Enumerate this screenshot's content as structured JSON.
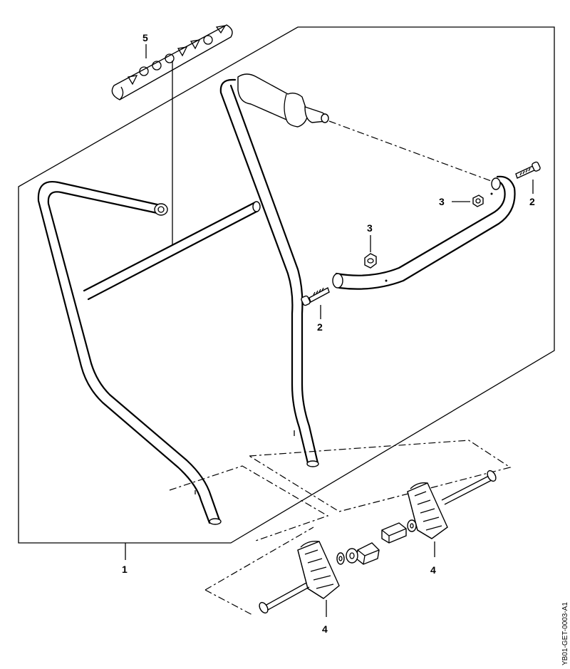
{
  "diagram": {
    "callouts": {
      "frame": "1",
      "screw_right": "2",
      "screw_left": "2",
      "nut_right": "3",
      "nut_left": "3",
      "pad_right": "4",
      "pad_left": "4",
      "label": "5"
    },
    "doc_id": "YB01-GET-0003-A1"
  }
}
